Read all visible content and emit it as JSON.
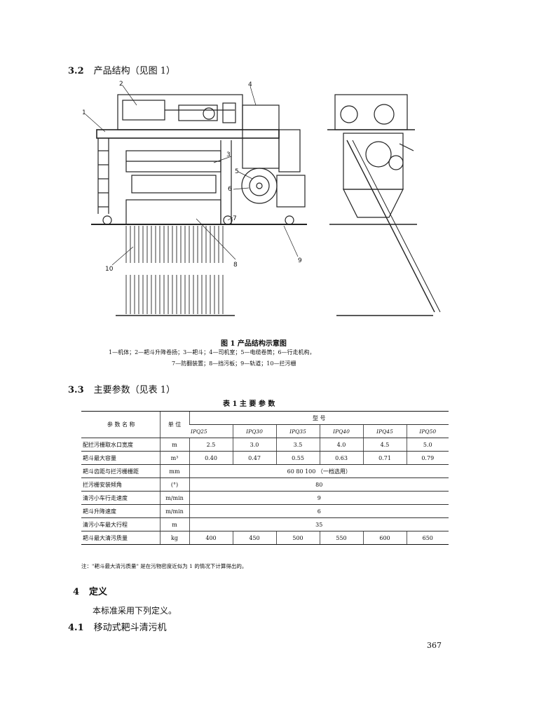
{
  "sec32": {
    "num": "3.2",
    "title": "产品结构（见图 1）"
  },
  "figure": {
    "caption": "图 1   产品结构示意图",
    "legend1": "1—机体；2—耙斗升降卷扬；3—耙斗；4—司机室；5—电缆卷筒；6—行走机构，",
    "legend2": "7—防翻装置；8—挡污板；9—轨道；10—拦污栅",
    "callouts": [
      "1",
      "2",
      "3",
      "4",
      "5",
      "6",
      "7",
      "8",
      "9",
      "10"
    ]
  },
  "sec33": {
    "num": "3.3",
    "title": "主要参数（见表 1）"
  },
  "table": {
    "title": "表 1   主   要   参   数",
    "h_name": "参  数  名  称",
    "h_unit": "单  位",
    "h_model": "型        号",
    "models": [
      "IPQ25",
      "IPQ30",
      "IPQ35",
      "IPQ40",
      "IPQ45",
      "IPQ50"
    ],
    "rows": [
      {
        "name": "配拦污栅取水口宽度",
        "unit": "m",
        "vals": [
          "2.5",
          "3.0",
          "3.5",
          "4.0",
          "4.5",
          "5.0"
        ]
      },
      {
        "name": "耙斗最大容量",
        "unit": "m³",
        "vals": [
          "0.40",
          "0.47",
          "0.55",
          "0.63",
          "0.71",
          "0.79"
        ]
      },
      {
        "name": "耙斗齿距与拦污栅栅距",
        "unit": "mm",
        "span": "60    80    100    （一档选用）"
      },
      {
        "name": "拦污栅安装倾角",
        "unit": "(°)",
        "span": "80"
      },
      {
        "name": "清污小车行走速度",
        "unit": "m/min",
        "span": "9"
      },
      {
        "name": "耙斗升降速度",
        "unit": "m/min",
        "span": "6"
      },
      {
        "name": "清污小车最大行程",
        "unit": "m",
        "span": "35"
      },
      {
        "name": "耙斗最大清污质量",
        "unit": "kg",
        "vals": [
          "400",
          "450",
          "500",
          "550",
          "600",
          "650"
        ]
      }
    ],
    "note": "注：\"耙斗最大清污质量\" 是在污物密度近似为 1 的情况下计算得出的。"
  },
  "sec4": {
    "num": "4",
    "title": "定义"
  },
  "para": "本标准采用下列定义。",
  "sec41": {
    "num": "4.1",
    "title": "移动式耙斗清污机"
  },
  "page_number": "367"
}
